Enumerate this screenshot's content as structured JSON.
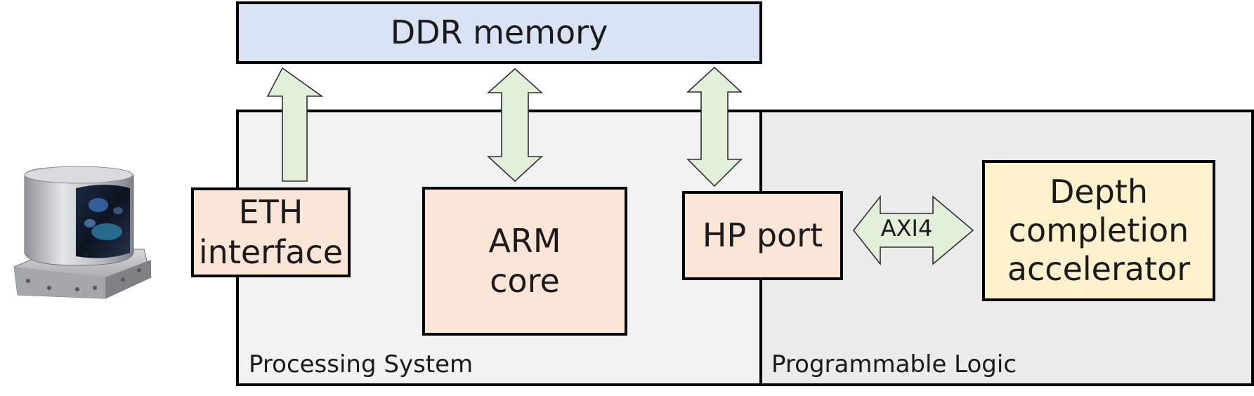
{
  "colors": {
    "memory_fill": "#dae3f3",
    "ps_fill": "#f2f2f2",
    "pl_fill": "#ebebeb",
    "block_fill": "#fbe5d6",
    "accelerator_fill": "#fff2cc",
    "arrow_fill": "#e2f0d9",
    "outline": "#000000"
  },
  "diagram": {
    "memory": {
      "label": "DDR memory"
    },
    "processing_system": {
      "label": "Processing System"
    },
    "programmable_logic": {
      "label": "Programmable Logic"
    },
    "eth": {
      "line1": "ETH",
      "line2": "interface"
    },
    "arm": {
      "line1": "ARM",
      "line2": "core"
    },
    "hp_port": {
      "label": "HP port"
    },
    "axi": {
      "label": "AXI4"
    },
    "accelerator": {
      "line1": "Depth",
      "line2": "completion",
      "line3": "accelerator"
    },
    "lidar": {
      "icon": "lidar-sensor-icon"
    }
  }
}
